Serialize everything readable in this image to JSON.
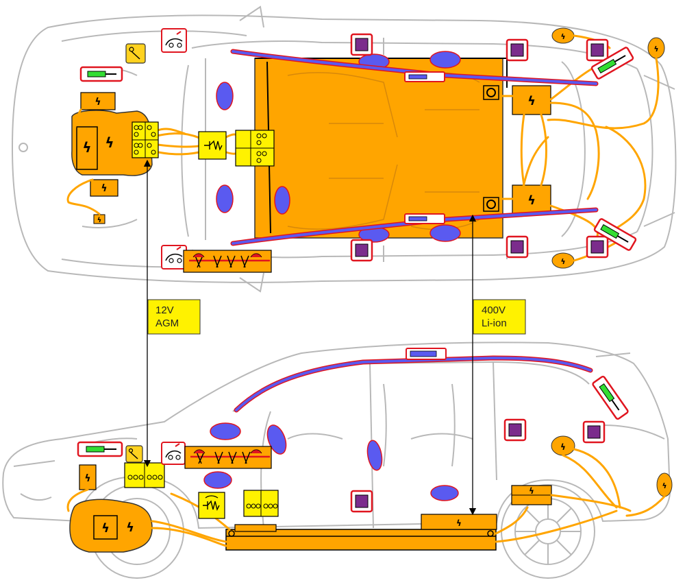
{
  "labels": {
    "battery_12v_voltage": "12V",
    "battery_12v_type": "AGM",
    "battery_hv_voltage": "400V",
    "battery_hv_type": "Li-ion"
  },
  "symbols": {
    "high_voltage": "ϟ",
    "high_voltage_component": "hv-component-icon",
    "airbag": "airbag-module-icon",
    "seatbelt_pretensioner": "pretensioner-icon",
    "gas_strut": "gas-strut-icon",
    "window_airbag_generator": "inflator-icon",
    "battery_disconnect": "battery-disconnect-icon",
    "fuse": "fuse-icon",
    "hood_lifter": "pyro-hood-icon"
  },
  "colors": {
    "hv_orange": "#FFA500",
    "battery_yellow": "#FFF200",
    "airbag_blue": "#5A5AF0",
    "curtain_purple": "#7B2C8C",
    "warning_red": "#E0151F",
    "strut_green": "#33DD33",
    "car_outline": "#B8B8B8"
  }
}
